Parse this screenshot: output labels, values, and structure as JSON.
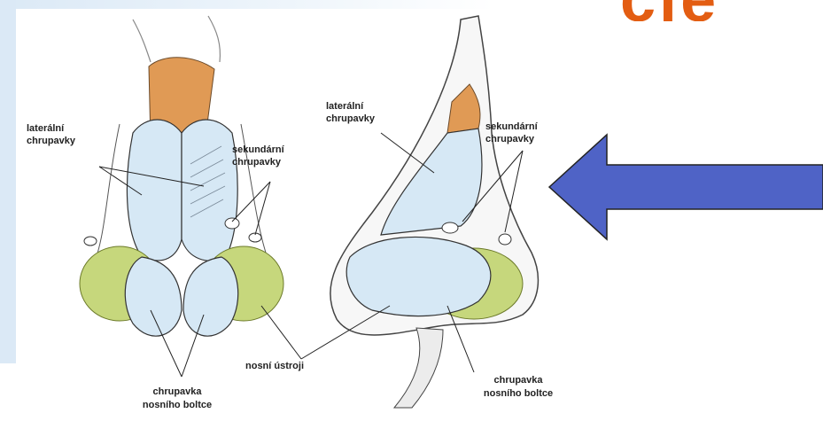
{
  "header_fragment": {
    "visible_letters": [
      "c",
      "i",
      "e"
    ],
    "color": "#e35d12"
  },
  "labels": {
    "front_lateral": [
      "laterální",
      "chrupavky"
    ],
    "front_secondary": [
      "sekundární",
      "chrupavky"
    ],
    "front_alar": [
      "chrupavka",
      "nosního boltce"
    ],
    "side_lateral": [
      "laterální",
      "chrupavky"
    ],
    "side_secondary": [
      "sekundární",
      "chrupavky"
    ],
    "nostril": "nosní ústroji",
    "side_alar": [
      "chrupavka",
      "nosního boltce"
    ]
  },
  "colors": {
    "arrow": "#4f63c6",
    "arrow_outline": "#222222",
    "cartilage_blue": "#d6e8f5",
    "bone_orange": "#e09a55",
    "fat_green": "#c6d77c",
    "left_band": "#dbe9f6"
  },
  "arrow": {
    "direction": "left"
  }
}
